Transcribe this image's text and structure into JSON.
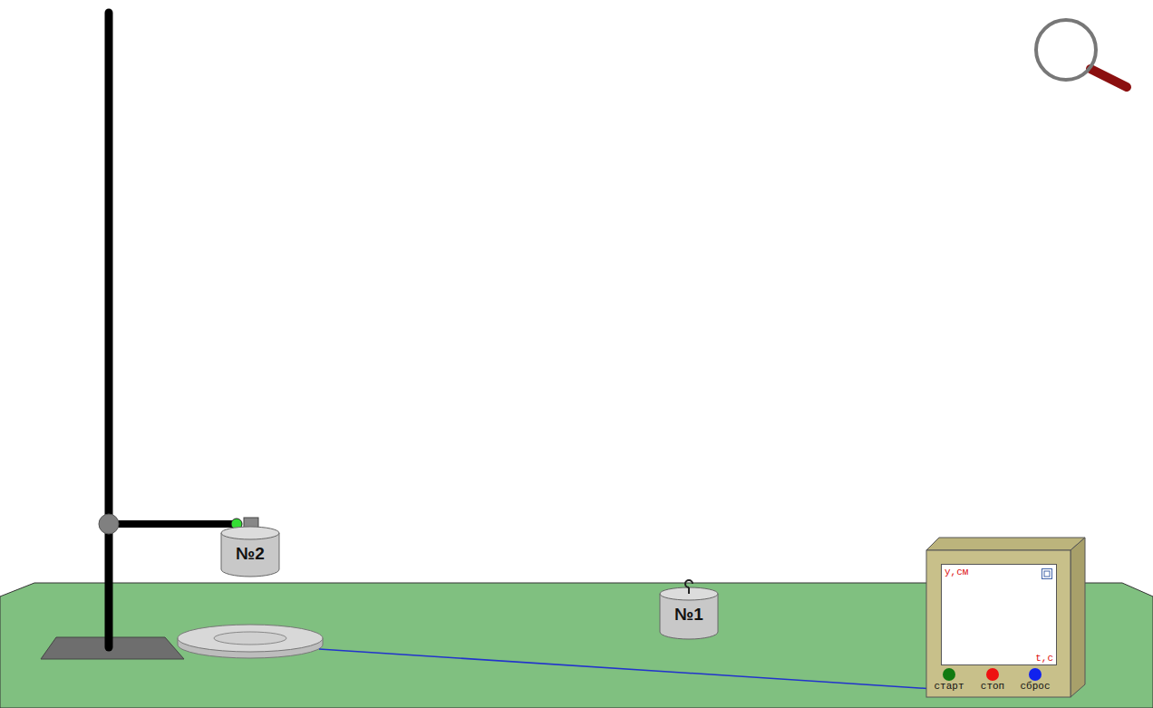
{
  "diagram": {
    "nodes": [
      {
        "text": [
          "№2"
        ]
      },
      {
        "text": [
          "№1"
        ]
      },
      {
        "text": [
          "y,см",
          "t,с"
        ]
      }
    ],
    "labels": [
      "старт",
      "стоп",
      "сброс"
    ]
  }
}
